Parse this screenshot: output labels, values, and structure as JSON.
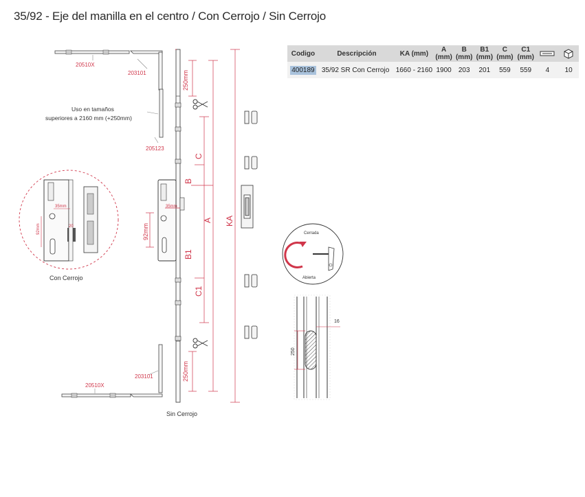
{
  "title": "35/92 - Eje del manilla en el centro / Con Cerrojo / Sin Cerrojo",
  "table": {
    "headers": [
      "Codigo",
      "Descripción",
      "KA (mm)",
      "A (mm)",
      "B (mm)",
      "B1 (mm)",
      "C (mm)",
      "C1 (mm)",
      "",
      ""
    ],
    "header_icons": [
      "flat-profile-icon",
      "box-icon"
    ],
    "rows": [
      {
        "code": "400189",
        "description": "35/92 SR Con Cerrojo",
        "ka": "1660 - 2160",
        "a": "1900",
        "b": "203",
        "b1": "201",
        "c": "559",
        "c1": "559",
        "pack1": "4",
        "pack2": "10"
      }
    ]
  },
  "diagram": {
    "part_top_bar": "20510X",
    "part_top_corner": "203101",
    "part_extension": "205123",
    "extension_note_line1": "Uso en tamaños",
    "extension_note_line2": "superiores a 2160 mm (+250mm)",
    "part_bottom_bar": "20510X",
    "part_bottom_corner": "203101",
    "dim_top_250": "250mm",
    "dim_bottom_250": "250mm",
    "dim_c": "C",
    "dim_b": "B",
    "dim_a": "A",
    "dim_ka": "KA",
    "dim_b1": "B1",
    "dim_c1": "C1",
    "dim_92": "92mm",
    "dim_35": "35mm",
    "detail_92": "92mm",
    "detail_35": "35mm",
    "detail_20": "20",
    "caption_con": "Con Cerrojo",
    "caption_sin": "Sin Cerrojo",
    "rotation_closed": "Cerrada",
    "rotation_open": "Abierta",
    "section_16": "16",
    "section_250": "250"
  },
  "colors": {
    "dimension_red": "#d0364a",
    "header_gray": "#d9d9d9",
    "row_gray": "#f2f2f2",
    "code_highlight": "#a9c2dc",
    "line_dark": "#333333"
  }
}
